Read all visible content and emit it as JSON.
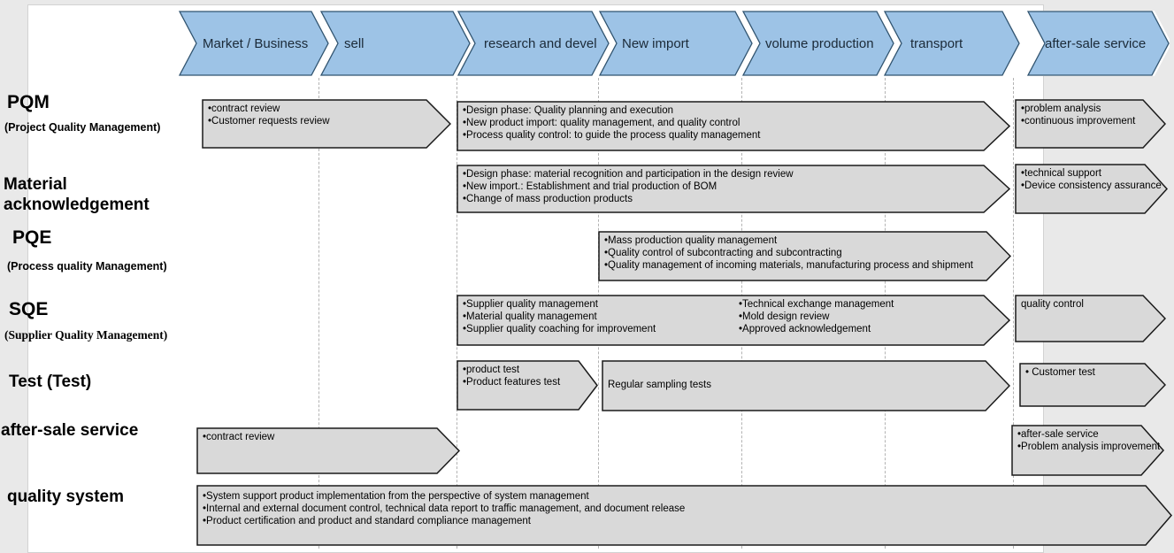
{
  "colors": {
    "chevron_fill": "#9dc3e6",
    "chevron_stroke": "#30536f",
    "box_fill": "#d9d9d9",
    "box_stroke": "#1a1a1a",
    "dashed_line": "#b3b3b3",
    "canvas_bg": "#ffffff",
    "page_bg": "#e9e9e9"
  },
  "phases": [
    "Market / Business",
    "sell",
    "research and devel",
    "New import",
    "volume production",
    "transport",
    "after-sale service"
  ],
  "rows": [
    {
      "title": "PQM",
      "subtitle": "(Project Quality Management)",
      "boxes": [
        {
          "lines": [
            "•contract review",
            "•Customer requests review"
          ]
        },
        {
          "lines": [
            "•Design phase: Quality planning and execution",
            "•New product import: quality management, and quality control",
            "•Process quality control: to guide the process quality management"
          ]
        },
        {
          "lines": [
            "•problem analysis",
            "•continuous improvement"
          ]
        }
      ]
    },
    {
      "title": "Material acknowledgement",
      "boxes": [
        {
          "lines": [
            "•Design phase: material recognition and participation in the design review",
            "•New import.: Establishment and trial production of BOM",
            "•Change of mass production products"
          ]
        },
        {
          "lines": [
            "•technical support",
            "•Device consistency assurance"
          ]
        }
      ]
    },
    {
      "title": "PQE",
      "subtitle": "(Process quality Management)",
      "boxes": [
        {
          "lines": [
            "•Mass production quality management",
            "•Quality control of subcontracting and subcontracting",
            "•Quality management of incoming materials, manufacturing process and shipment"
          ]
        }
      ]
    },
    {
      "title": "SQE",
      "subtitle": "(Supplier Quality Management)",
      "boxes": [
        {
          "cols": [
            [
              "•Supplier quality management",
              "•Material quality management",
              "•Supplier quality coaching for improvement"
            ],
            [
              "•Technical exchange management",
              "•Mold design review",
              "•Approved acknowledgement"
            ]
          ]
        },
        {
          "lines": [
            "quality control"
          ]
        }
      ]
    },
    {
      "title": "Test (Test)",
      "boxes": [
        {
          "lines": [
            "•product test",
            "•Product features test"
          ]
        },
        {
          "lines": [
            "Regular sampling tests"
          ]
        },
        {
          "lines": [
            "• Customer test"
          ]
        }
      ]
    },
    {
      "title": "after-sale service",
      "boxes": [
        {
          "lines": [
            "•contract review"
          ]
        },
        {
          "lines": [
            "•after-sale service",
            "•Problem analysis improvement"
          ]
        }
      ]
    },
    {
      "title": "quality system",
      "boxes": [
        {
          "lines": [
            "•System support product implementation from the perspective of system management",
            "•Internal and external document control, technical data report to traffic management, and document release",
            "•Product certification and product and standard compliance management"
          ]
        }
      ]
    }
  ]
}
